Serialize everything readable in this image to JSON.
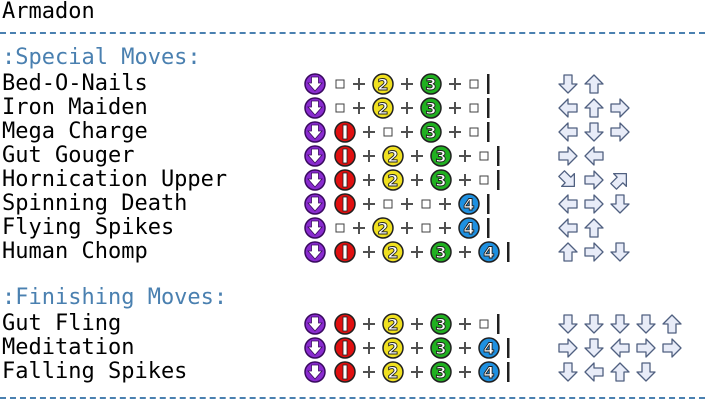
{
  "character_name": "Armadon",
  "sections": [
    {
      "title": ":Special Moves:",
      "moves": [
        {
          "name": "Bed-O-Nails",
          "seq": [
            "D",
            "_",
            "+",
            "2",
            "+",
            "3",
            "+",
            "_",
            "|"
          ],
          "dirs": [
            "down",
            "up"
          ]
        },
        {
          "name": "Iron Maiden",
          "seq": [
            "D",
            "_",
            "+",
            "2",
            "+",
            "3",
            "+",
            "_",
            "|"
          ],
          "dirs": [
            "left",
            "up",
            "right"
          ]
        },
        {
          "name": "Mega Charge",
          "seq": [
            "D",
            "1",
            "+",
            "_",
            "+",
            "3",
            "+",
            "_",
            "|"
          ],
          "dirs": [
            "left",
            "down",
            "right"
          ]
        },
        {
          "name": "Gut Gouger",
          "seq": [
            "D",
            "1",
            "+",
            "2",
            "+",
            "3",
            "+",
            "_",
            "|"
          ],
          "dirs": [
            "right",
            "left"
          ]
        },
        {
          "name": "Hornication Upper",
          "seq": [
            "D",
            "1",
            "+",
            "2",
            "+",
            "3",
            "+",
            "_",
            "|"
          ],
          "dirs": [
            "down-right",
            "right",
            "up-right"
          ]
        },
        {
          "name": "Spinning Death",
          "seq": [
            "D",
            "1",
            "+",
            "_",
            "+",
            "_",
            "+",
            "4",
            "|"
          ],
          "dirs": [
            "left",
            "right",
            "down"
          ]
        },
        {
          "name": "Flying Spikes",
          "seq": [
            "D",
            "_",
            "+",
            "2",
            "+",
            "_",
            "+",
            "4",
            "|"
          ],
          "dirs": [
            "left",
            "up"
          ]
        },
        {
          "name": "Human Chomp",
          "seq": [
            "D",
            "1",
            "+",
            "2",
            "+",
            "3",
            "+",
            "4",
            "|"
          ],
          "dirs": [
            "up",
            "right",
            "down"
          ]
        }
      ]
    },
    {
      "title": ":Finishing Moves:",
      "moves": [
        {
          "name": "Gut Fling",
          "seq": [
            "D",
            "1",
            "+",
            "2",
            "+",
            "3",
            "+",
            "_",
            "|"
          ],
          "dirs": [
            "down",
            "down",
            "down",
            "down",
            "up"
          ]
        },
        {
          "name": "Meditation",
          "seq": [
            "D",
            "1",
            "+",
            "2",
            "+",
            "3",
            "+",
            "4",
            "|"
          ],
          "dirs": [
            "right",
            "down",
            "left",
            "right",
            "right"
          ]
        },
        {
          "name": "Falling Spikes",
          "seq": [
            "D",
            "1",
            "+",
            "2",
            "+",
            "3",
            "+",
            "4",
            "|"
          ],
          "dirs": [
            "down",
            "left",
            "up",
            "down"
          ]
        }
      ]
    }
  ],
  "token_legend": {
    "D": "down-button-icon",
    "1": "button-1-icon",
    "2": "button-2-icon",
    "3": "button-3-icon",
    "4": "button-4-icon",
    "_": "empty-slot-icon",
    "+": "plus-icon",
    "|": "hold-bar-icon"
  },
  "colors": {
    "section_title": "#4a80b0",
    "rule": "#4a80b0",
    "down_button": "#8a2bd0",
    "button_1": "#e01010",
    "button_2": "#f0e020",
    "button_3": "#20b020",
    "button_4": "#1e90e0",
    "arrow_fill": "#e8ecf8",
    "arrow_stroke": "#506080"
  }
}
